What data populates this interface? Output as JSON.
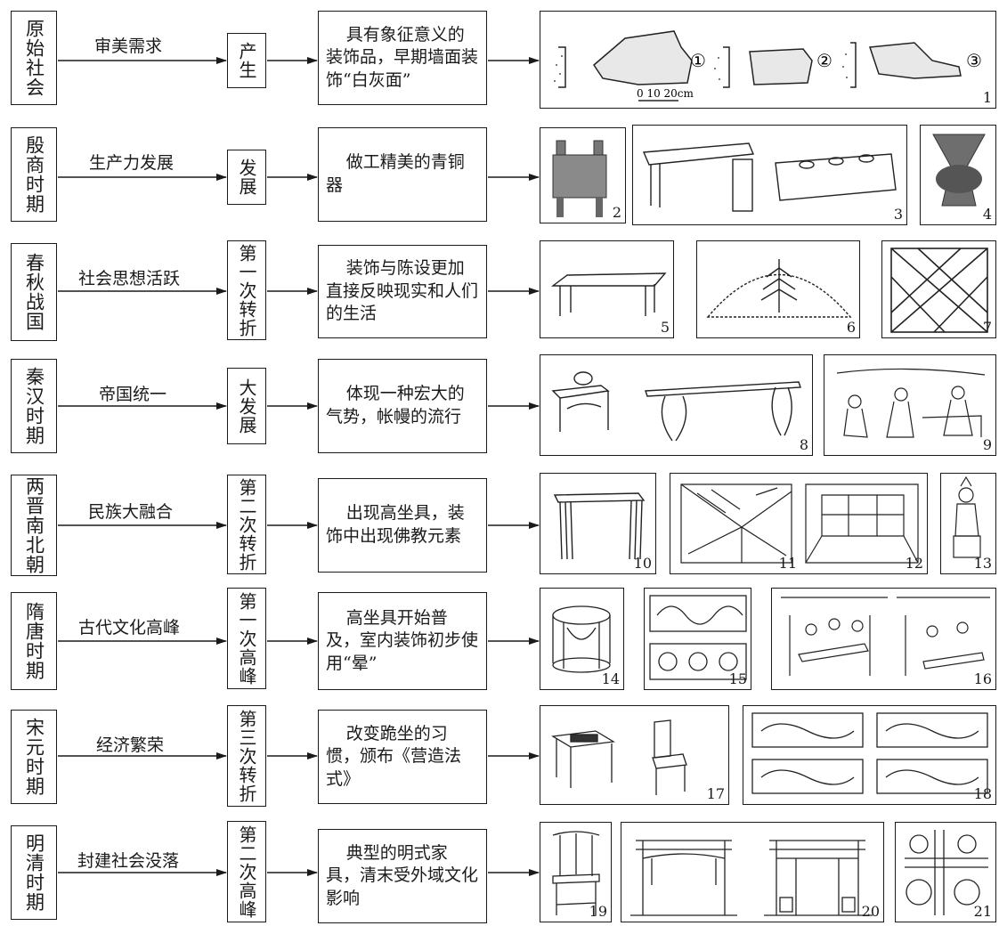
{
  "rows": [
    {
      "era": "原始社会",
      "driver": "审美需求",
      "stage": "产生",
      "desc": "具有象征意义的装饰品，早期墙面装饰“白灰面”"
    },
    {
      "era": "殷商时期",
      "driver": "生产力发展",
      "stage": "发展",
      "desc": "做工精美的青铜器"
    },
    {
      "era": "春秋战国",
      "driver": "社会思想活跃",
      "stage": "第一次转折",
      "desc": "装饰与陈设更加直接反映现实和人们的生活"
    },
    {
      "era": "秦汉时期",
      "driver": "帝国统一",
      "stage": "大发展",
      "desc": "体现一种宏大的气势，帐幔的流行"
    },
    {
      "era": "两晋南北朝",
      "driver": "民族大融合",
      "stage": "第二次转折",
      "desc": "出现高坐具，装饰中出现佛教元素"
    },
    {
      "era": "隋唐时期",
      "driver": "古代文化高峰",
      "stage": "第一次高峰",
      "desc": "高坐具开始普及，室内装饰初步使用“晕”"
    },
    {
      "era": "宋元时期",
      "driver": "经济繁荣",
      "stage": "第三次转折",
      "desc": "改变跪坐的习惯，颁布《营造法式》"
    },
    {
      "era": "明清时期",
      "driver": "封建社会没落",
      "stage": "第二次高峰",
      "desc": "典型的明式家具，清末受外域文化影响"
    }
  ],
  "figure1": {
    "markers": [
      "①",
      "②",
      "③"
    ],
    "scale_label": "0 10 20cm"
  },
  "image_numbers": [
    "1",
    "2",
    "3",
    "4",
    "5",
    "6",
    "7",
    "8",
    "9",
    "10",
    "11",
    "12",
    "13",
    "14",
    "15",
    "16",
    "17",
    "18",
    "19",
    "20",
    "21"
  ]
}
